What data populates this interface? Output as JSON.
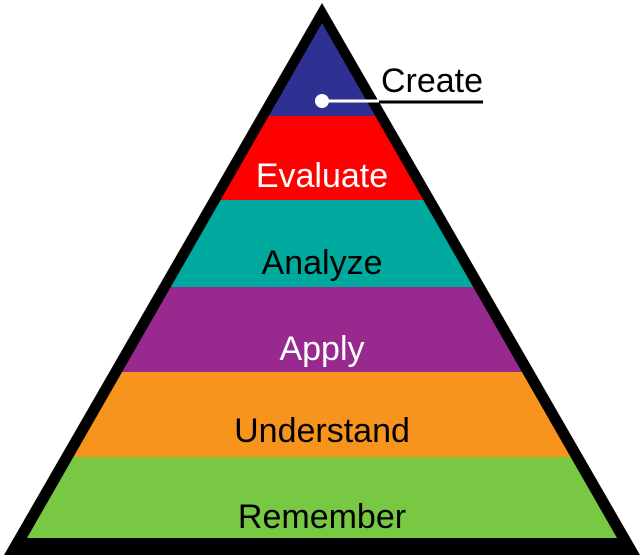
{
  "diagram": {
    "type": "pyramid",
    "outline_color": "#000000",
    "background_color": "#ffffff",
    "levels": [
      {
        "label": "Create",
        "color": "#2e3192",
        "text_color": "#000000",
        "label_placement": "callout-right"
      },
      {
        "label": "Evaluate",
        "color": "#fe0000",
        "text_color": "#ffffff",
        "label_placement": "inside"
      },
      {
        "label": "Analyze",
        "color": "#00a99d",
        "text_color": "#000000",
        "label_placement": "inside"
      },
      {
        "label": "Apply",
        "color": "#97298f",
        "text_color": "#ffffff",
        "label_placement": "inside"
      },
      {
        "label": "Understand",
        "color": "#f7941d",
        "text_color": "#000000",
        "label_placement": "inside"
      },
      {
        "label": "Remember",
        "color": "#79c843",
        "text_color": "#000000",
        "label_placement": "inside"
      }
    ],
    "callout": {
      "dot_color": "#ffffff",
      "inner_line_color": "#ffffff",
      "outer_line_color": "#000000",
      "text_color": "#000000"
    }
  }
}
